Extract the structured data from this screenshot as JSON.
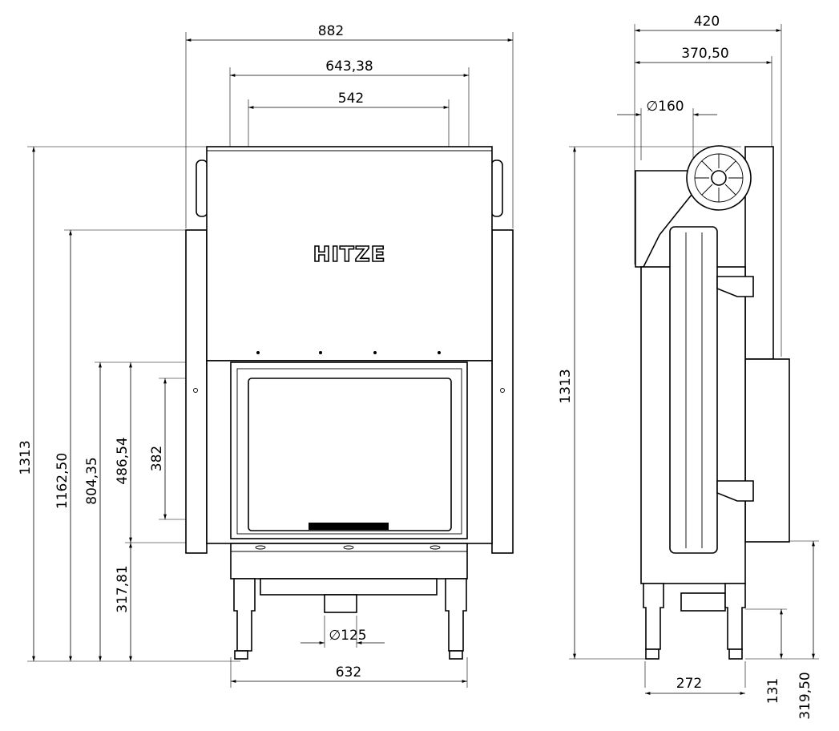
{
  "title": "Fireplace insert dimension drawing",
  "brand_logo": "HITZE",
  "front_view": {
    "width_overall": "882",
    "width_frame": "643,38",
    "width_glass": "542",
    "height_overall": "1313",
    "height_side_panel": "1162,50",
    "height_door_top": "804,35",
    "height_door": "486,54",
    "height_glass": "382",
    "height_base": "317,81",
    "air_inlet_diameter": "∅125",
    "base_width": "632"
  },
  "side_view": {
    "depth_overall": "420",
    "depth_body": "370,50",
    "flue_diameter": "∅160",
    "height_overall": "1313",
    "leg_spacing": "272",
    "inlet_height": "131",
    "door_bottom_height": "319,50"
  }
}
